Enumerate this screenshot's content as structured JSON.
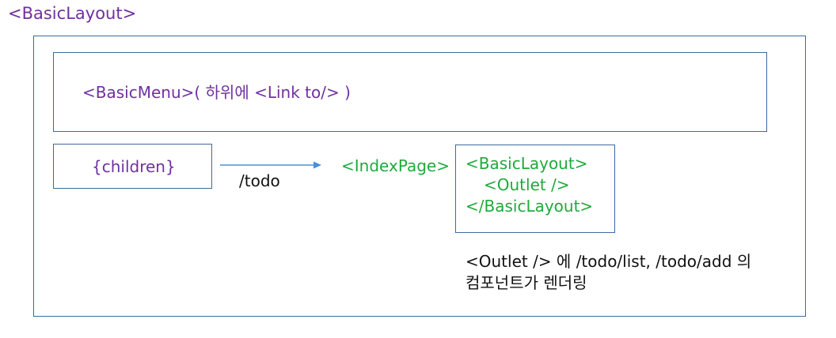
{
  "outer_label": "<BasicLayout>",
  "menu_label": "<BasicMenu>( 하위에 <Link to/> )",
  "children_label": "{children}",
  "route_label": "/todo",
  "index_label": "<IndexPage>",
  "index_code": [
    "<BasicLayout>",
    "<Outlet />",
    "</BasicLayout>"
  ],
  "note": [
    "<Outlet /> 에 /todo/list, /todo/add 의",
    "컴포넌트가 렌더링"
  ],
  "colors": {
    "purple_text": "#7030a0",
    "green_text": "#1faa3b",
    "box_border": "#3c6a9c",
    "arrow": "#4a90d9"
  }
}
